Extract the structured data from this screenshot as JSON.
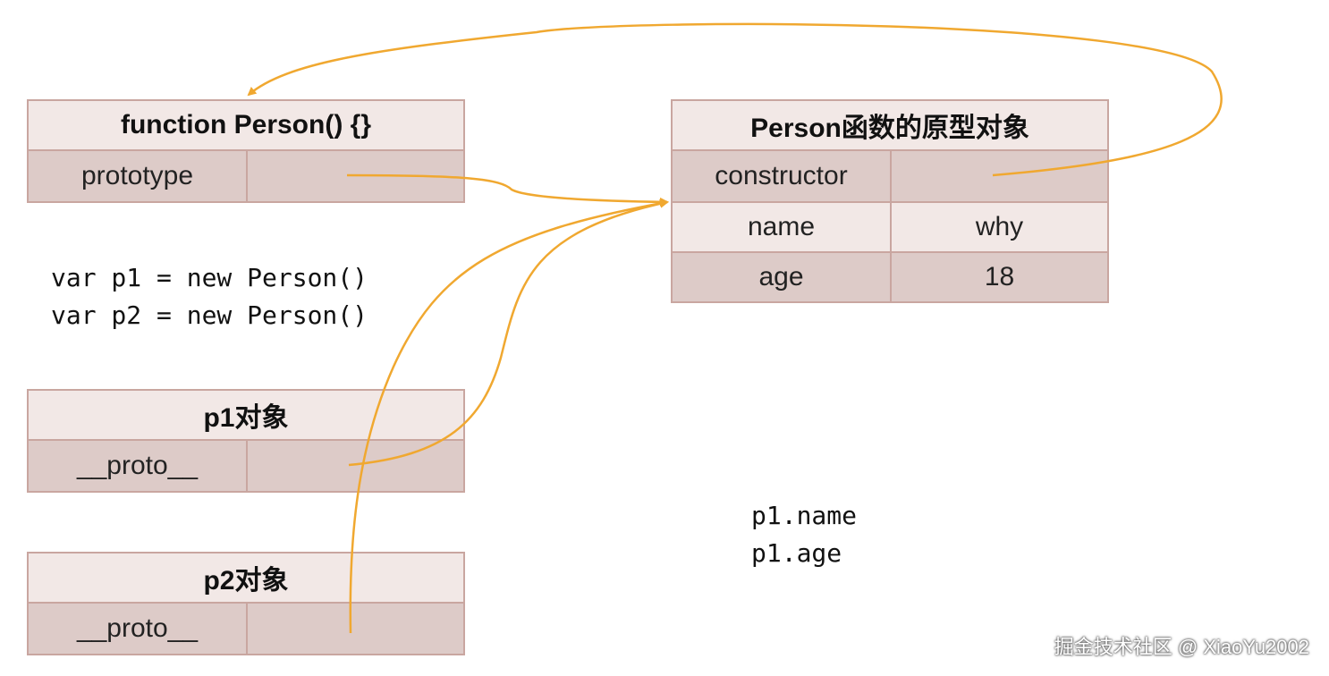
{
  "colors": {
    "arrow": "#f0a830",
    "border": "#c9a6a0",
    "row_dark": "#ddcbc8",
    "row_light": "#f2e8e6"
  },
  "function_box": {
    "title": "function Person() {}",
    "rows": [
      {
        "key": "prototype",
        "value": ""
      }
    ]
  },
  "prototype_box": {
    "title": "Person函数的原型对象",
    "rows": [
      {
        "key": "constructor",
        "value": ""
      },
      {
        "key": "name",
        "value": "why"
      },
      {
        "key": "age",
        "value": "18"
      }
    ]
  },
  "code_create": [
    "var p1 = new Person()",
    "var p2 = new Person()"
  ],
  "p1_box": {
    "title": "p1对象",
    "rows": [
      {
        "key": "__proto__",
        "value": ""
      }
    ]
  },
  "p2_box": {
    "title": "p2对象",
    "rows": [
      {
        "key": "__proto__",
        "value": ""
      }
    ]
  },
  "code_access": [
    "p1.name",
    "p1.age"
  ],
  "watermark": "掘金技术社区 @ XiaoYu2002"
}
